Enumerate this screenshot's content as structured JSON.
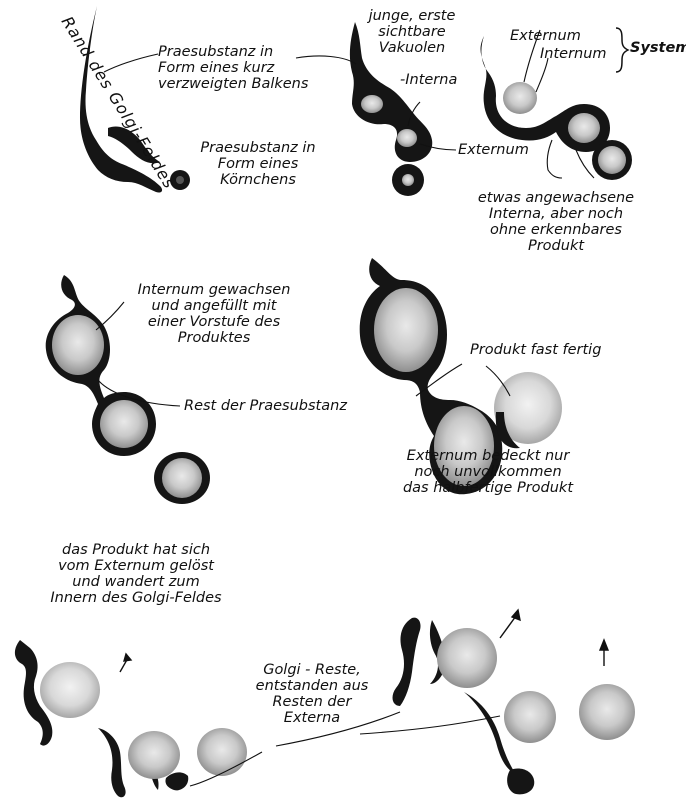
{
  "labels": {
    "rand_golgi": "Rand des Golgi-Feldes",
    "praesubstanz_balken": [
      "Praesubstanz in",
      "Form eines kurz",
      "verzweigten Balkens"
    ],
    "praesubstanz_koernchen": [
      "Praesubstanz in",
      "Form eines",
      "Körnchens"
    ],
    "junge_vakuolen": [
      "junge, erste",
      "sichtbare",
      "Vakuolen"
    ],
    "interna": "-Interna",
    "externum_1": "Externum",
    "externum_top": "Externum",
    "internum_top": "Internum",
    "system": "System",
    "angewachsene": [
      "etwas angewachsene",
      "Interna, aber noch",
      "ohne erkennbares",
      "Produkt"
    ],
    "internum_gewachsen": [
      "Internum gewachsen",
      "und angefüllt mit",
      "einer Vorstufe des",
      "Produktes"
    ],
    "rest_praesubstanz": "Rest der Praesubstanz",
    "produkt_fertig": "Produkt fast fertig",
    "externum_bedeckt": [
      "Externum bedeckt nur",
      "noch unvollkommen",
      "das halbfertige Produkt"
    ],
    "produkt_geloest": [
      "das Produkt hat sich",
      "vom Externum gelöst",
      "und wandert zum",
      "Innern des Golgi-Feldes"
    ],
    "golgi_reste": [
      "Golgi - Reste,",
      "entstanden aus",
      "Resten der",
      "Externa"
    ]
  }
}
